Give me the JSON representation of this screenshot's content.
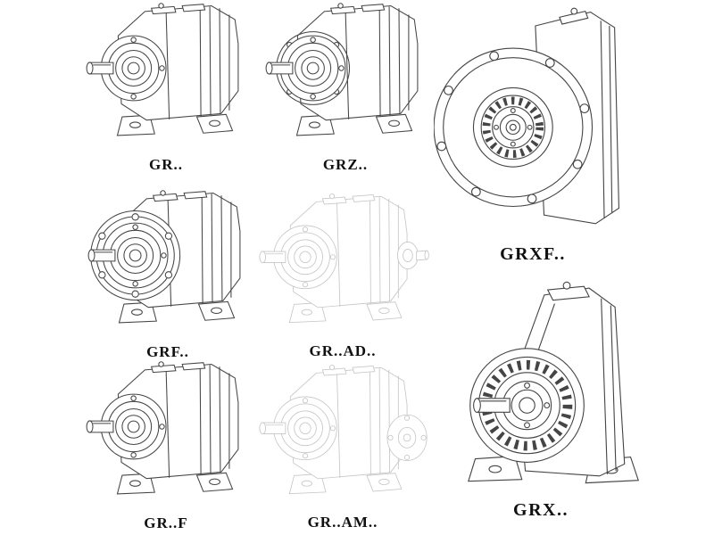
{
  "art_colors": {
    "line": "#454545",
    "light_line": "#c6c6c6",
    "label_text": "#101010",
    "background": "#ffffff"
  },
  "cells": [
    {
      "id": "gr",
      "label": "GR..",
      "style": "solid"
    },
    {
      "id": "grz",
      "label": "GRZ..",
      "style": "solid"
    },
    {
      "id": "grxf",
      "label": "GRXF..",
      "style": "solid"
    },
    {
      "id": "grf",
      "label": "GRF..",
      "style": "solid"
    },
    {
      "id": "grad",
      "label": "GR..AD..",
      "style": "light"
    },
    {
      "id": "grx",
      "label": "GRX..",
      "style": "solid"
    },
    {
      "id": "grf2",
      "label": "GR..F",
      "style": "solid"
    },
    {
      "id": "gram",
      "label": "GR..AM..",
      "style": "light"
    }
  ]
}
